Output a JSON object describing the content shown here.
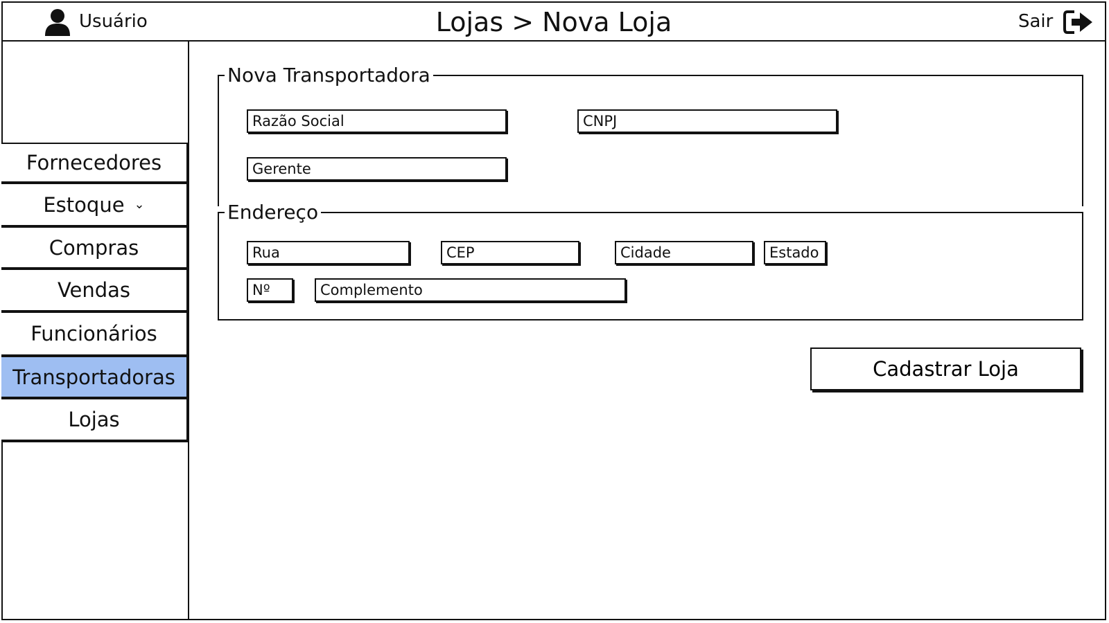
{
  "header": {
    "user_label": "Usuário",
    "title": "Lojas > Nova Loja",
    "logout_label": "Sair"
  },
  "sidebar": {
    "items": [
      {
        "label": "Fornecedores",
        "active": false
      },
      {
        "label": "Estoque",
        "active": false,
        "has_dropdown": true
      },
      {
        "label": "Compras",
        "active": false
      },
      {
        "label": "Vendas",
        "active": false
      },
      {
        "label": "Funcionários",
        "active": false
      },
      {
        "label": "Transportadoras",
        "active": true
      },
      {
        "label": "Lojas",
        "active": false
      }
    ]
  },
  "form": {
    "section_main": {
      "legend": "Nova Transportadora",
      "razao_social_placeholder": "Razão Social",
      "cnpj_placeholder": "CNPJ",
      "gerente_placeholder": "Gerente"
    },
    "section_address": {
      "legend": "Endereço",
      "rua_placeholder": "Rua",
      "cep_placeholder": "CEP",
      "cidade_placeholder": "Cidade",
      "estado_placeholder": "Estado",
      "numero_placeholder": "Nº",
      "complemento_placeholder": "Complemento"
    },
    "submit_label": "Cadastrar Loja"
  },
  "colors": {
    "active_nav": "#9ebef2",
    "border": "#111111"
  },
  "icons": {
    "user": "user-icon",
    "logout": "logout-icon",
    "dropdown": "chevron-down-icon"
  }
}
